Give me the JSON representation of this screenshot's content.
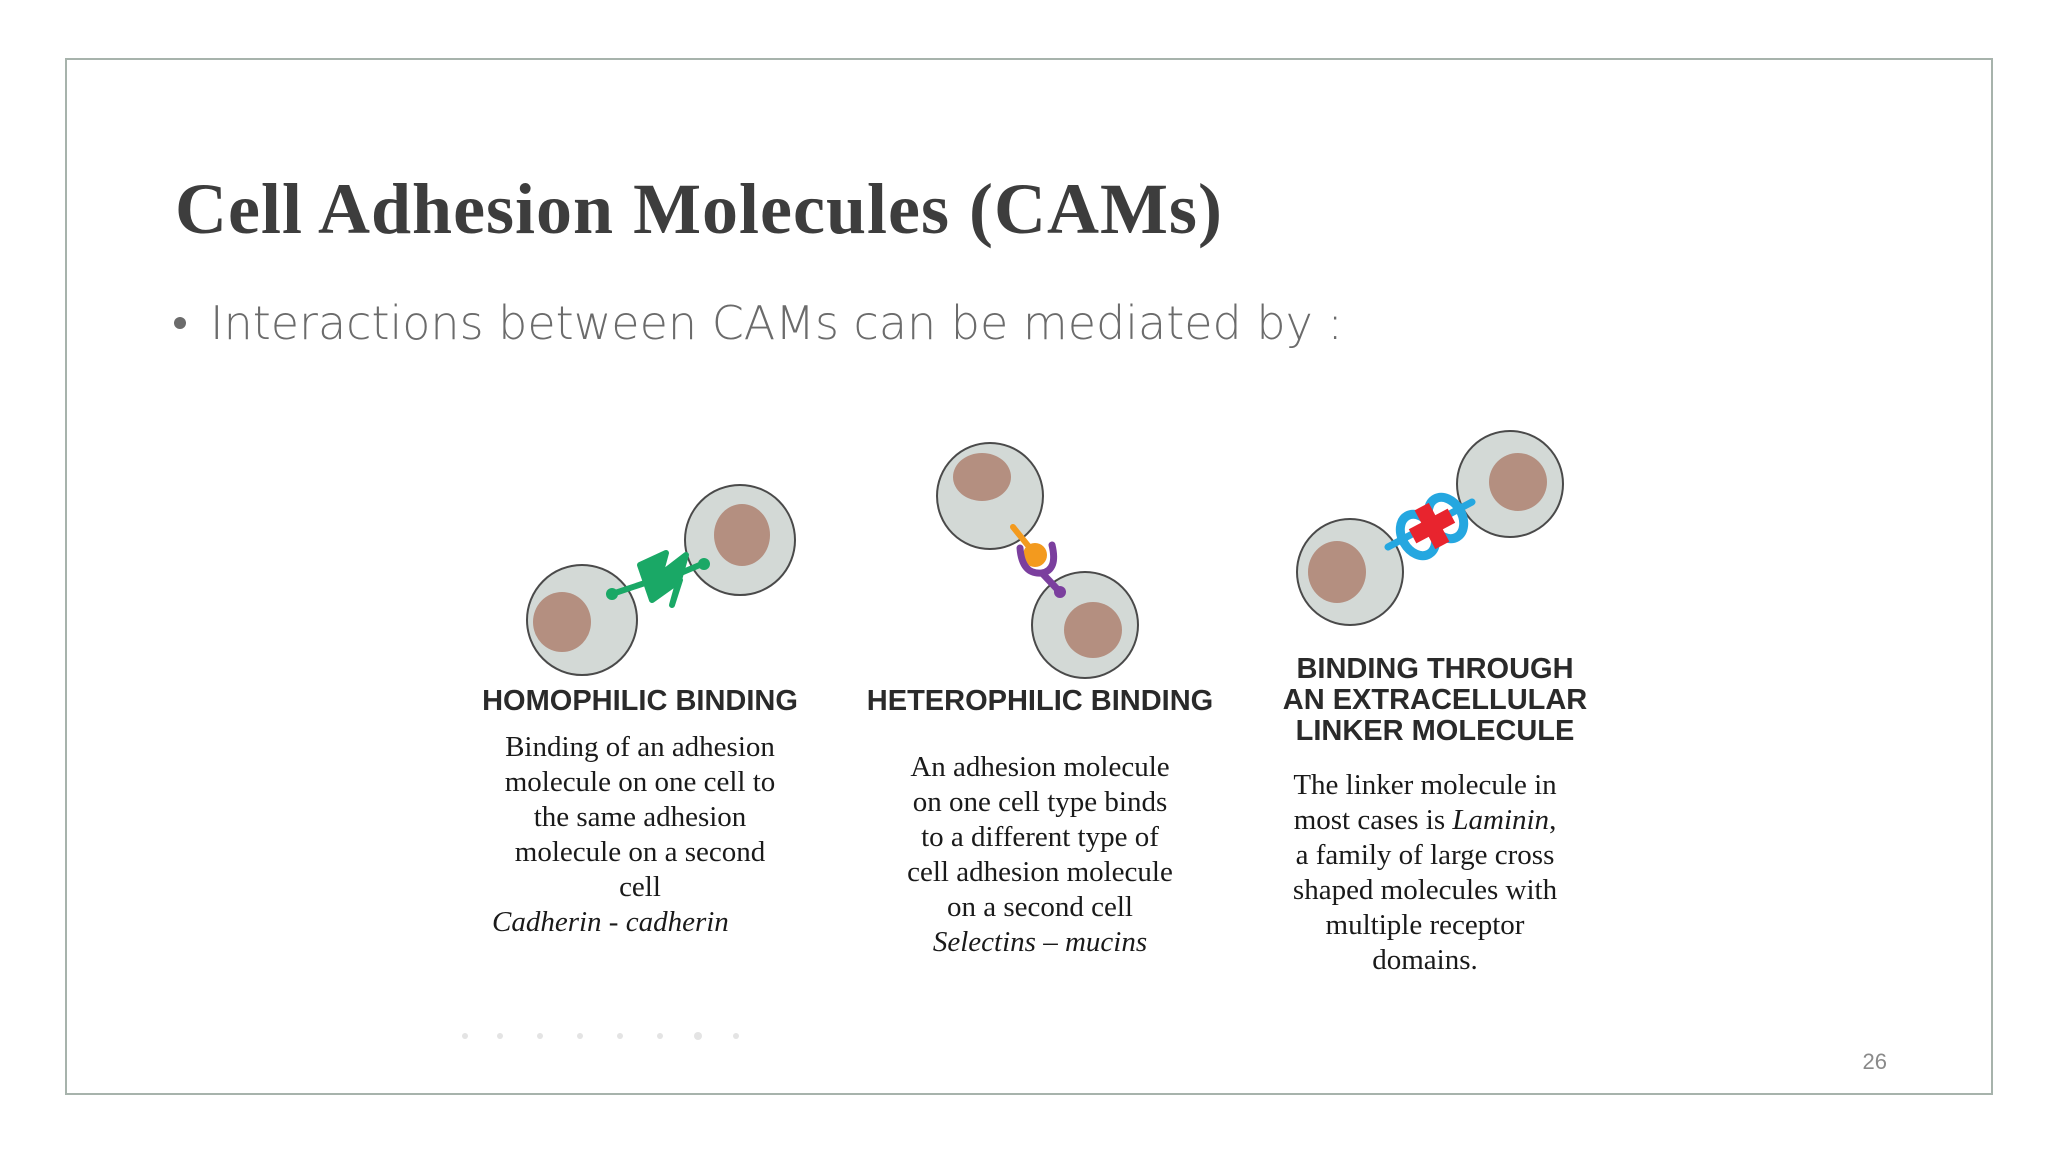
{
  "slide": {
    "title": "Cell Adhesion Molecules (CAMs)",
    "bullet": "Interactions between CAMs can be mediated by :",
    "page_number": "26"
  },
  "panels": [
    {
      "heading": "HOMOPHILIC BINDING",
      "description_lines": [
        "Binding of an adhesion",
        "molecule on one cell to",
        "the same adhesion",
        "molecule on a second",
        "cell"
      ],
      "example": "Cadherin - cadherin"
    },
    {
      "heading": "HETEROPHILIC BINDING",
      "description_lines": [
        "An adhesion molecule",
        "on one cell type binds",
        "to a different type of",
        "cell adhesion molecule",
        "on a second cell"
      ],
      "example": "Selectins – mucins"
    },
    {
      "heading_lines": [
        "BINDING THROUGH",
        "AN EXTRACELLULAR",
        "LINKER MOLECULE"
      ],
      "description_lines": [
        "The linker molecule in",
        "a family of large cross",
        "shaped molecules with",
        "multiple receptor",
        "domains."
      ],
      "desc_line2_prefix": "most cases is ",
      "desc_line2_italic": "Laminin",
      "desc_line2_suffix": ","
    }
  ],
  "colors": {
    "cell_fill": "#d3d9d6",
    "cell_stroke": "#4a4a4a",
    "nucleus": "#b48f80",
    "homophilic_green": "#1aa866",
    "heterophilic_orange": "#f39a1e",
    "heterophilic_purple": "#7b3f9e",
    "linker_blue": "#25a7e0",
    "linker_red": "#e8242e"
  }
}
